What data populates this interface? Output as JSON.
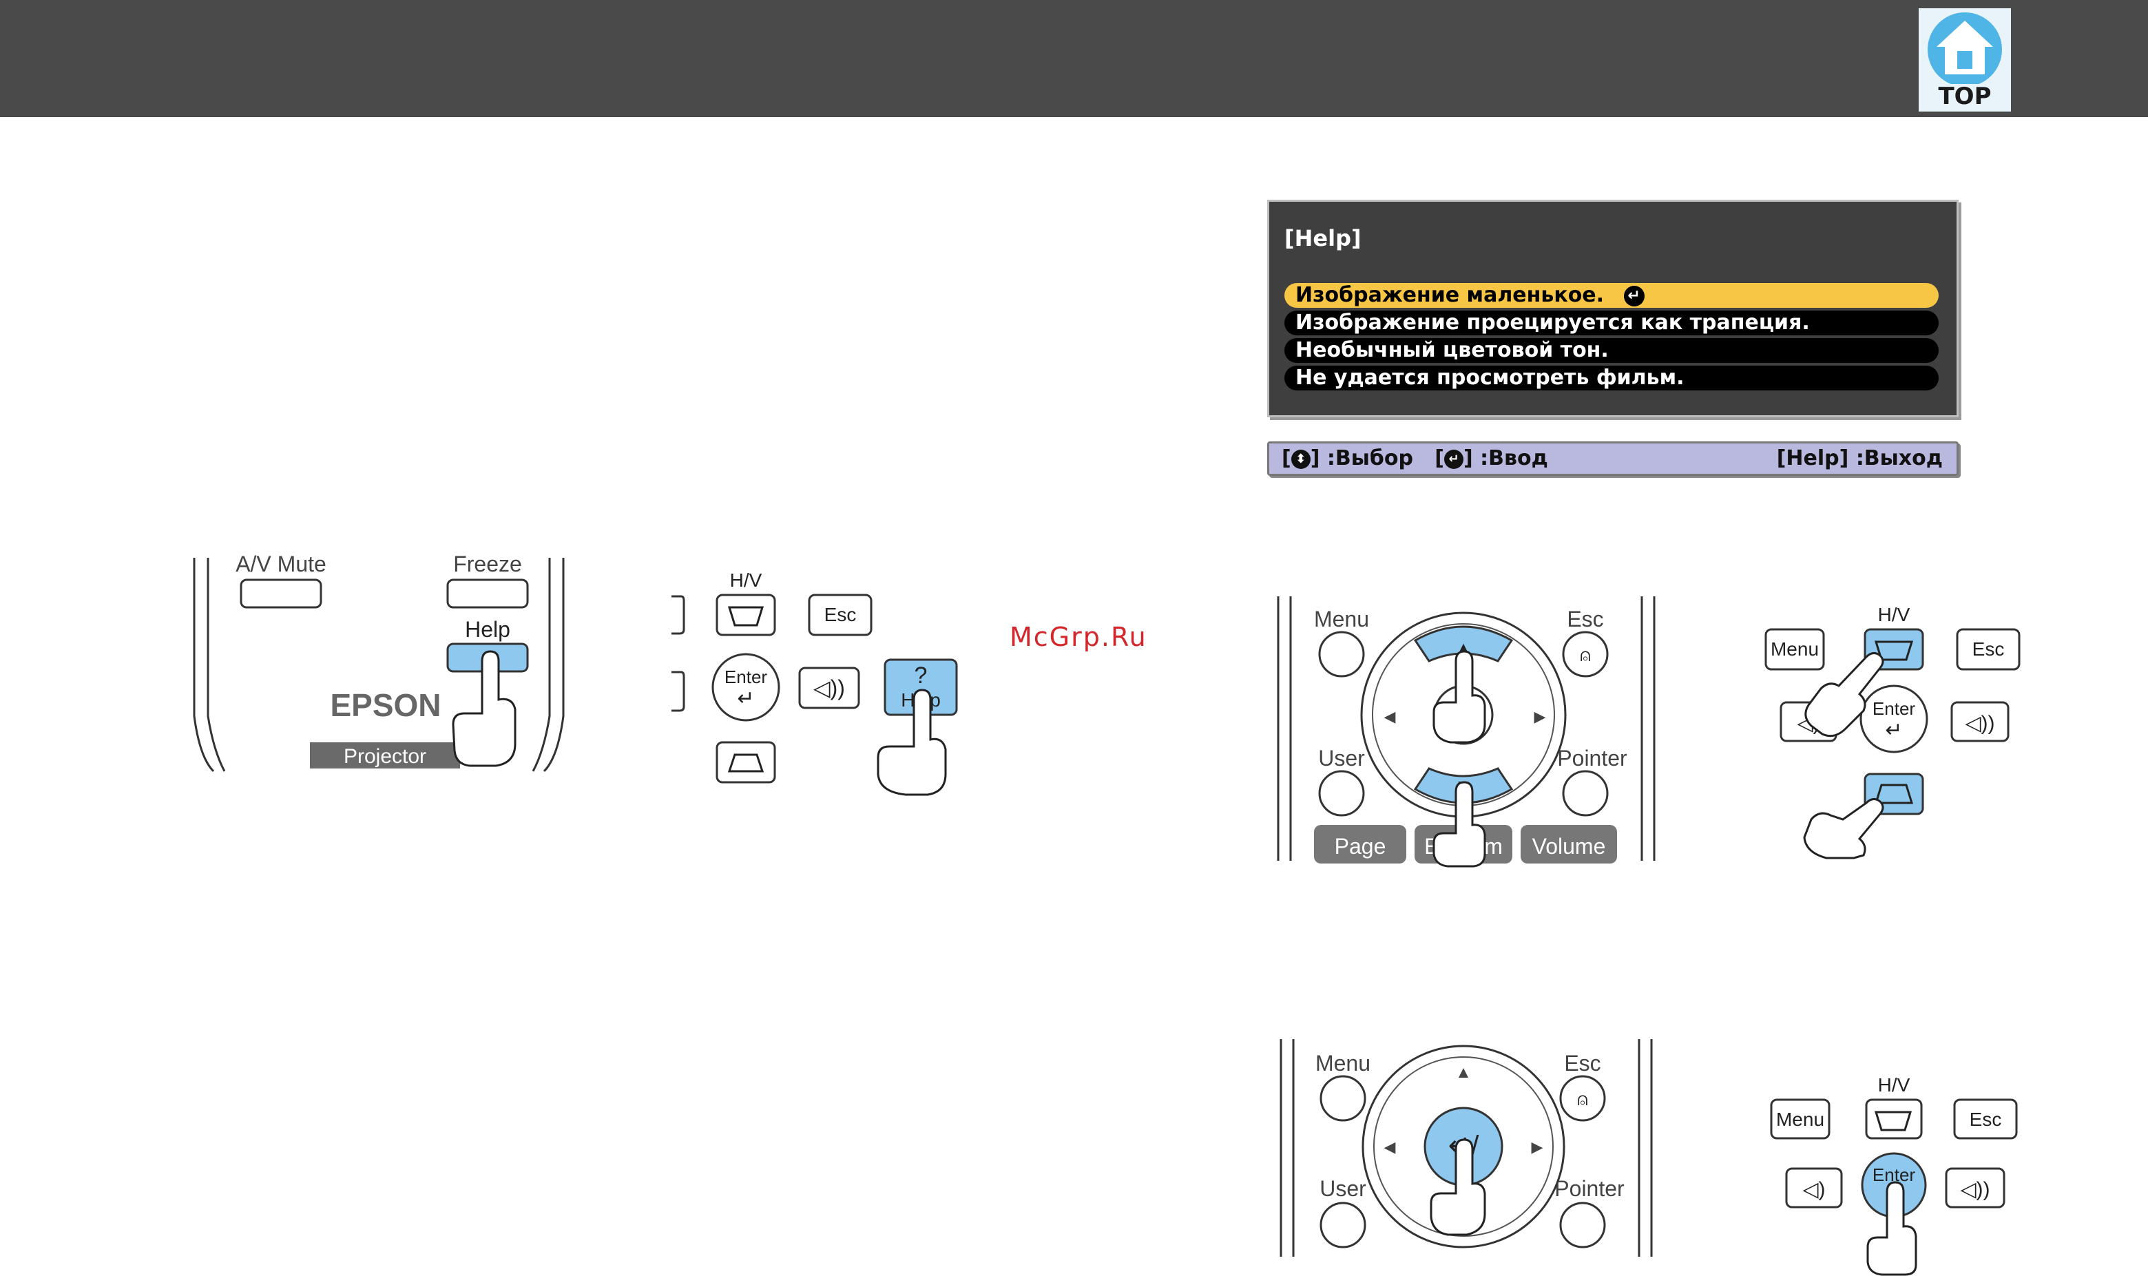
{
  "header": {
    "top_label": "TOP"
  },
  "watermark": "McGrp.Ru",
  "dialog": {
    "title": "[Help]",
    "items": [
      "Изображение маленькое.",
      "Изображение проецируется как трапеция.",
      "Необычный цветовой тон.",
      "Не удается просмотреть фильм."
    ],
    "selected_index": 0
  },
  "status": {
    "select_label": ":Выбор",
    "enter_label": ":Ввод",
    "exit_key": "[Help]",
    "exit_label": ":Выход"
  },
  "remote1": {
    "av_mute": "A/V Mute",
    "freeze": "Freeze",
    "help": "Help",
    "brand": "EPSON",
    "projector": "Projector"
  },
  "panel1": {
    "hv": "H/V",
    "esc": "Esc",
    "enter": "Enter",
    "help": "Help"
  },
  "remote2": {
    "menu": "Menu",
    "esc": "Esc",
    "user": "User",
    "pointer": "Pointer",
    "page": "Page",
    "ezoom": "E-Zoom",
    "volume": "Volume"
  },
  "panel2": {
    "hv": "H/V",
    "menu": "Menu",
    "esc": "Esc",
    "enter": "Enter"
  },
  "remote3": {
    "menu": "Menu",
    "esc": "Esc",
    "user": "User",
    "pointer": "Pointer"
  },
  "panel3": {
    "hv": "H/V",
    "menu": "Menu",
    "esc": "Esc",
    "enter": "Enter"
  },
  "colors": {
    "header_bg": "#4a4a4a",
    "highlight_blue": "#8ec8ee",
    "selected_item": "#f6c644",
    "statusbar_bg": "#b9b8de",
    "watermark": "#d5262c"
  }
}
